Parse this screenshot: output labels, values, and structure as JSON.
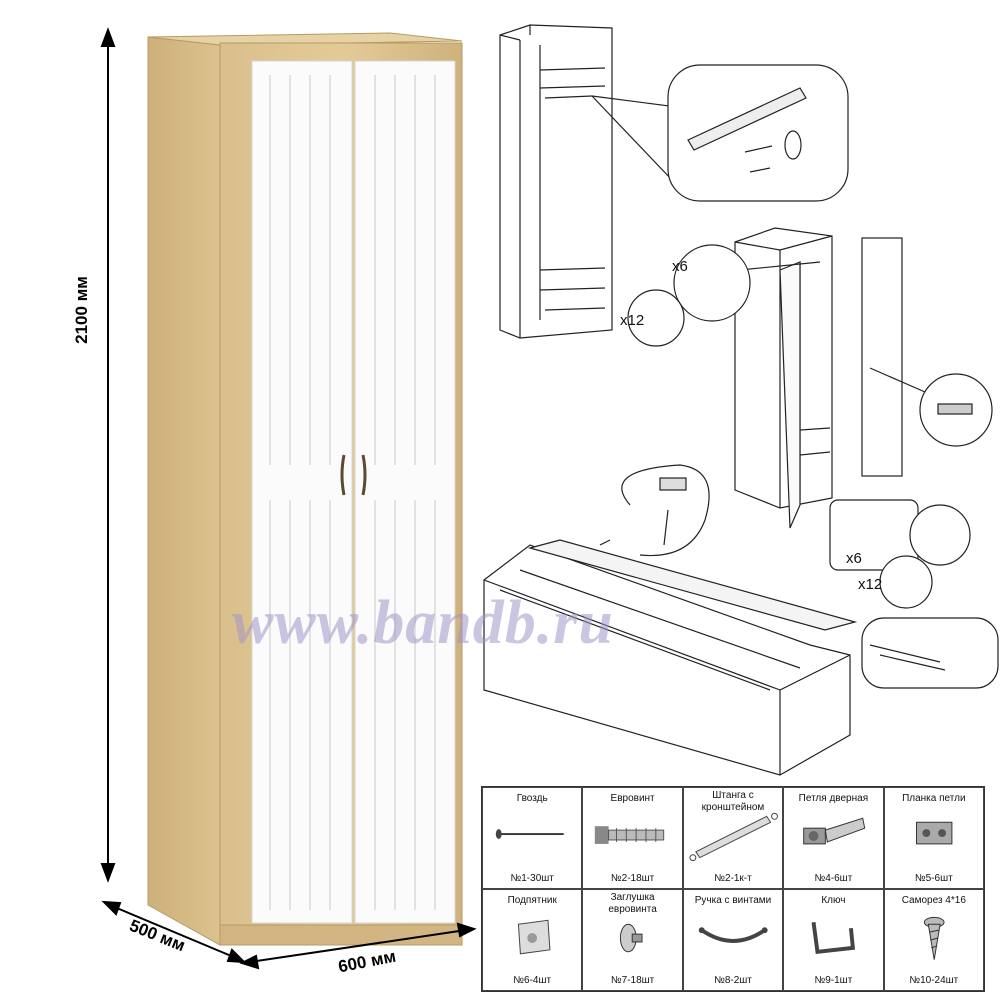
{
  "dimensions": {
    "height": "2100 мм",
    "depth": "500 мм",
    "width": "600 мм"
  },
  "assembly": {
    "hinge_multiplier": "x6",
    "screw_multiplier": "x12",
    "hinge_multiplier_2": "x6",
    "screw_multiplier_2": "x12"
  },
  "watermark": "www.bandb.ru",
  "parts": [
    {
      "name": "Гвоздь",
      "qty": "№1-30шт",
      "icon": "nail-icon"
    },
    {
      "name": "Евровинт",
      "qty": "№2-18шт",
      "icon": "euroscrew-icon"
    },
    {
      "name": "Штанга с кронштейном",
      "qty": "№2-1к-т",
      "icon": "rod-icon"
    },
    {
      "name": "Петля дверная",
      "qty": "№4-6шт",
      "icon": "hinge-icon"
    },
    {
      "name": "Планка петли",
      "qty": "№5-6шт",
      "icon": "hinge-plate-icon"
    },
    {
      "name": "Подпятник",
      "qty": "№6-4шт",
      "icon": "foot-pad-icon"
    },
    {
      "name": "Заглушка евровинта",
      "qty": "№7-18шт",
      "icon": "cap-icon"
    },
    {
      "name": "Ручка с винтами",
      "qty": "№8-2шт",
      "icon": "handle-icon"
    },
    {
      "name": "Ключ",
      "qty": "№9-1шт",
      "icon": "key-icon"
    },
    {
      "name": "Саморез 4*16",
      "qty": "№10-24шт",
      "icon": "screw-icon"
    }
  ]
}
